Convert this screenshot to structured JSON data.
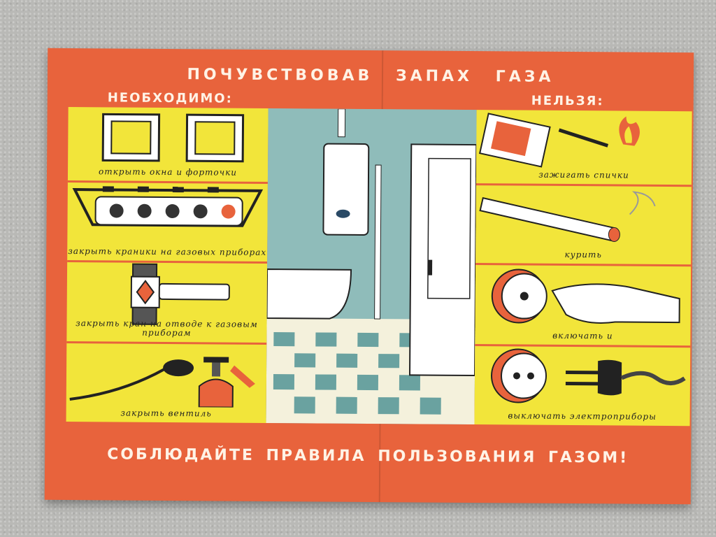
{
  "poster": {
    "title": "ПОЧУВСТВОВАВ   ЗАПАХ   ГАЗА",
    "must_label": "НЕОБХОДИМО:",
    "must_not_label": "НЕЛЬЗЯ:",
    "footer": "СОБЛЮДАЙТЕ ПРАВИЛА ПОЛЬЗОВАНИЯ ГАЗОМ!",
    "must_items": [
      "открыть окна и форточки",
      "закрыть краники на газовых приборах",
      "закрыть кран на отводе к газовым приборам",
      "закрыть вентиль"
    ],
    "must_not_items": [
      "зажигать спички",
      "курить",
      "включать и",
      "выключать электроприборы"
    ]
  },
  "colors": {
    "orange": "#e8633c",
    "yellow": "#f2e53a",
    "teal": "#8fbcba",
    "cream": "#fff3e6"
  }
}
